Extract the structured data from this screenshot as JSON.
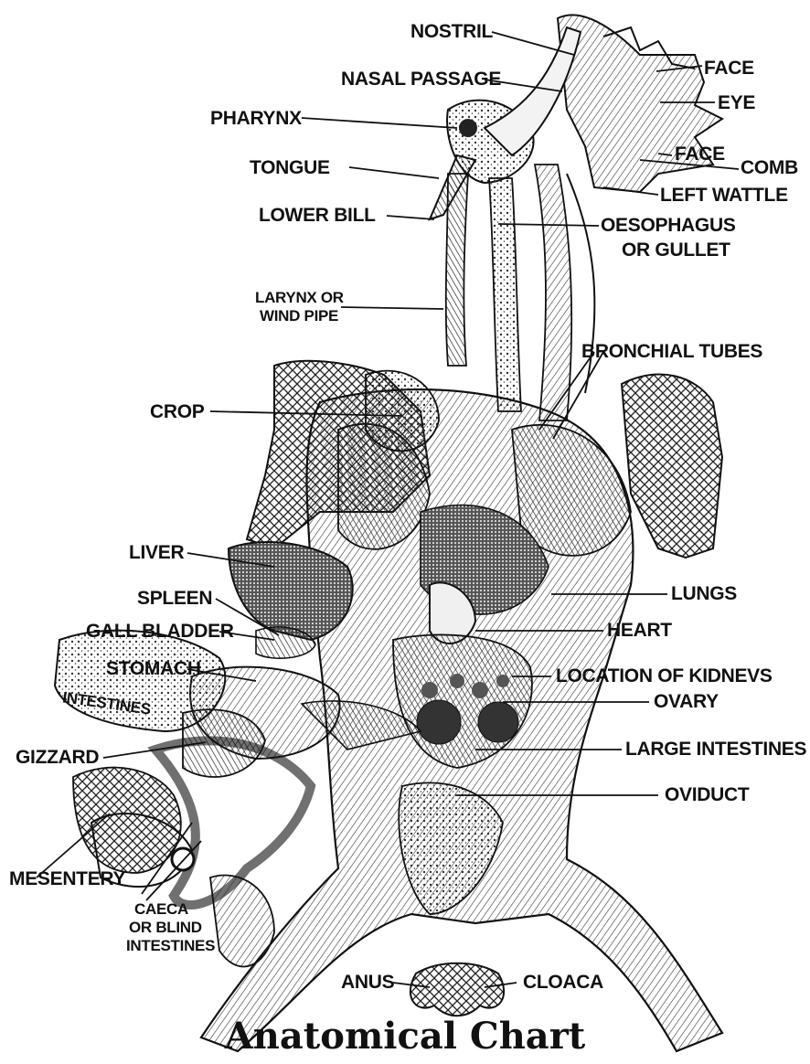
{
  "title": "Anatomical Chart",
  "labels": {
    "nostril": "NOSTRIL",
    "nasal_passage": "NASAL PASSAGE",
    "face_top": "FACE",
    "eye": "EYE",
    "pharynx": "PHARYNX",
    "face_mid": "FACE",
    "comb": "COMB",
    "tongue": "TONGUE",
    "left_wattle": "LEFT WATTLE",
    "lower_bill": "LOWER BILL",
    "oesophagus": "OESOPHAGUS",
    "or_gullet": "OR GULLET",
    "larynx": "LARYNX OR",
    "wind_pipe": "WIND PIPE",
    "bronchial_tubes": "BRONCHIAL TUBES",
    "crop": "CROP",
    "liver": "LIVER",
    "spleen": "SPLEEN",
    "lungs": "LUNGS",
    "gall_bladder": "GALL BLADDER",
    "heart": "HEART",
    "stomach": "STOMACH",
    "kidneys": "LOCATION OF KIDNEVS",
    "intestines": "INTESTINES",
    "ovary": "OVARY",
    "gizzard": "GIZZARD",
    "large_intestines": "LARGE INTESTINES",
    "oviduct": "OVIDUCT",
    "mesentery": "MESENTERY",
    "caeca": "CAECA",
    "or_blind": "OR BLIND",
    "intestines_lower": "INTESTINES",
    "anus": "ANUS",
    "cloaca": "CLOACA"
  }
}
